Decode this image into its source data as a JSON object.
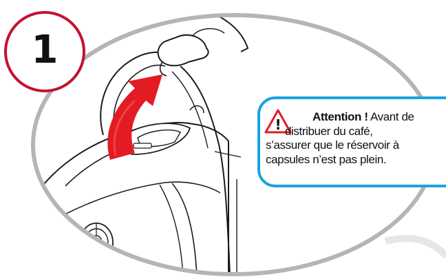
{
  "step": {
    "number": "1"
  },
  "warning": {
    "title": "Attention !",
    "line1_rest": " Avant de",
    "line2": "distribuer du café,",
    "line3": "s’assurer que le réservoir à",
    "line4": "capsules n’est pas plein.",
    "icon": "warning-triangle-icon",
    "icon_glyph": "!"
  },
  "colors": {
    "badge_border": "#c4122f",
    "arrow": "#e31b23",
    "warning_border": "#1aa3e0",
    "warning_icon": "#e31b23",
    "lens_border": "#b5b5b5"
  }
}
